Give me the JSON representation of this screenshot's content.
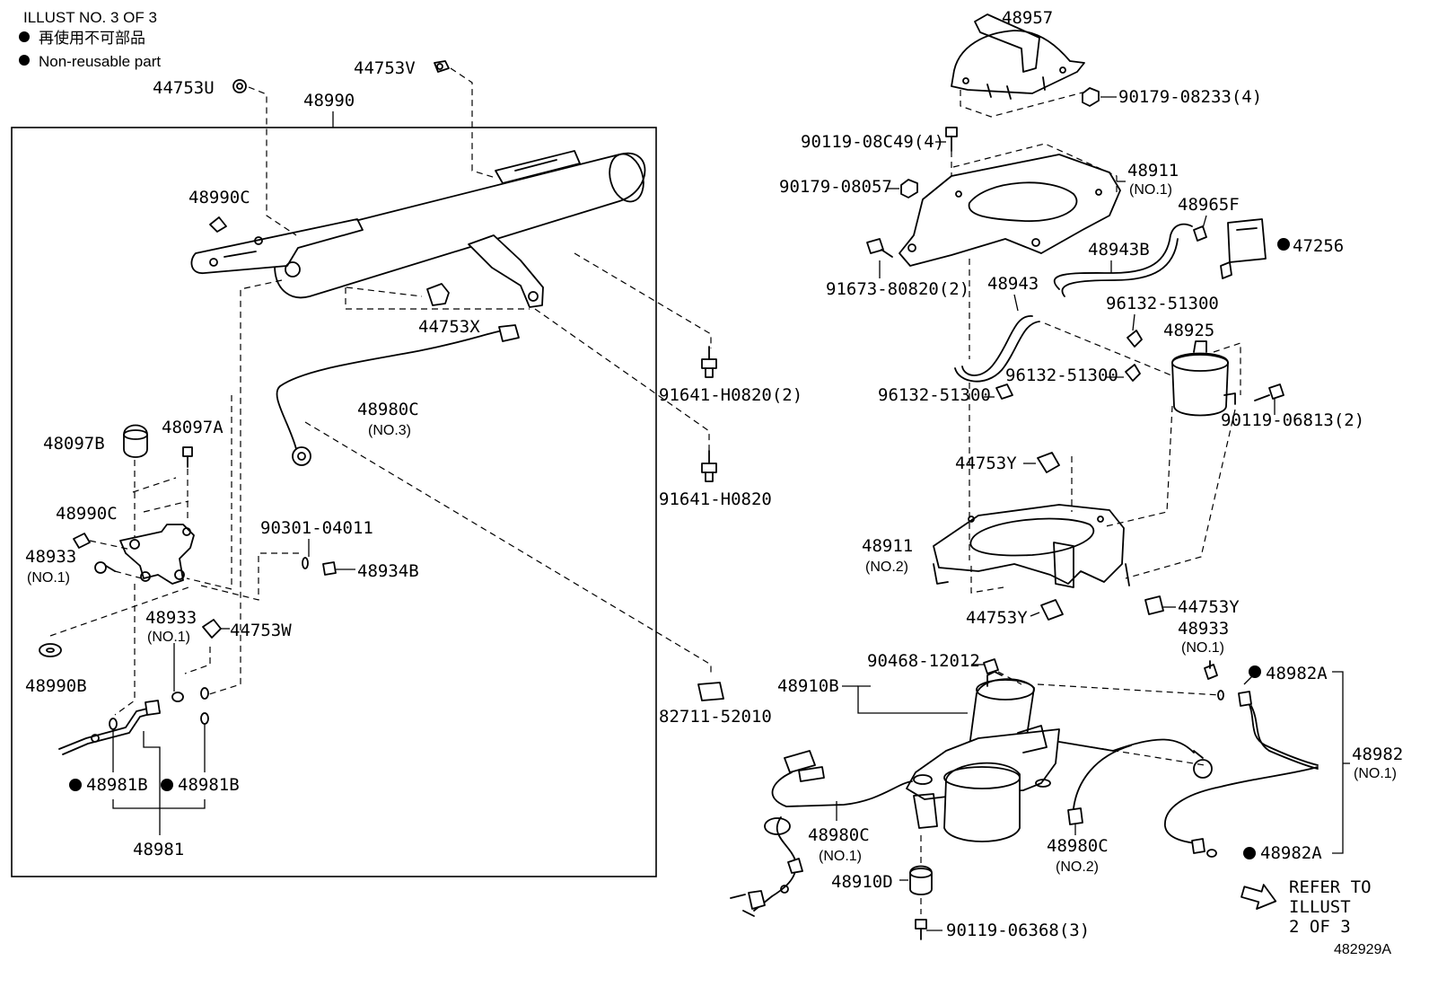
{
  "header": {
    "illust": "ILLUST NO. 3 OF 3",
    "legend_jp": "再使用不可部品",
    "legend_en": "Non-reusable part"
  },
  "labels": {
    "p44753U": "44753U",
    "p44753V": "44753V",
    "p48990": "48990",
    "p48990C_a": "48990C",
    "p44753X": "44753X",
    "p48980C_3": "48980C",
    "p48980C_3_sub": "(NO.3)",
    "p91641_H0820_2": "91641-H0820(2)",
    "p91641_H0820": "91641-H0820",
    "p48097B": "48097B",
    "p48097A": "48097A",
    "p48990C_b": "48990C",
    "p48933_a": "48933",
    "p48933_a_sub": "(NO.1)",
    "p90301": "90301-04011",
    "p48934B": "48934B",
    "p48933_b": "48933",
    "p48933_b_sub": "(NO.1)",
    "p44753W": "44753W",
    "p48990B": "48990B",
    "p82711": "82711-52010",
    "p48981B_a": "48981B",
    "p48981B_b": "48981B",
    "p48981": "48981",
    "p48957": "48957",
    "p90179_08233": "90179-08233(4)",
    "p90119_08C49": "90119-08C49(4)",
    "p48911_1": "48911",
    "p48911_1_sub": "(NO.1)",
    "p90179_08057": "90179-08057",
    "p48965F": "48965F",
    "p48943B": "48943B",
    "p47256": "47256",
    "p91673": "91673-80820(2)",
    "p48943": "48943",
    "p96132_a": "96132-51300",
    "p48925": "48925",
    "p96132_b": "96132-51300",
    "p96132_c": "96132-51300",
    "p90119_06813": "90119-06813(2)",
    "p44753Y_a": "44753Y",
    "p48911_2": "48911",
    "p48911_2_sub": "(NO.2)",
    "p44753Y_b": "44753Y",
    "p44753Y_c": "44753Y",
    "p48933_c": "48933",
    "p48933_c_sub": "(NO.1)",
    "p90468": "90468-12012",
    "p48910B": "48910B",
    "p48982A_a": "48982A",
    "p48982": "48982",
    "p48982_sub": "(NO.1)",
    "p48980C_1": "48980C",
    "p48980C_1_sub": "(NO.1)",
    "p48980C_2": "48980C",
    "p48980C_2_sub": "(NO.2)",
    "p48910D": "48910D",
    "p48982A_b": "48982A",
    "p90119_06368": "90119-06368(3)",
    "refer_1": "REFER TO",
    "refer_2": "ILLUST",
    "refer_3": "2 OF 3",
    "fig_id": "482929A"
  }
}
